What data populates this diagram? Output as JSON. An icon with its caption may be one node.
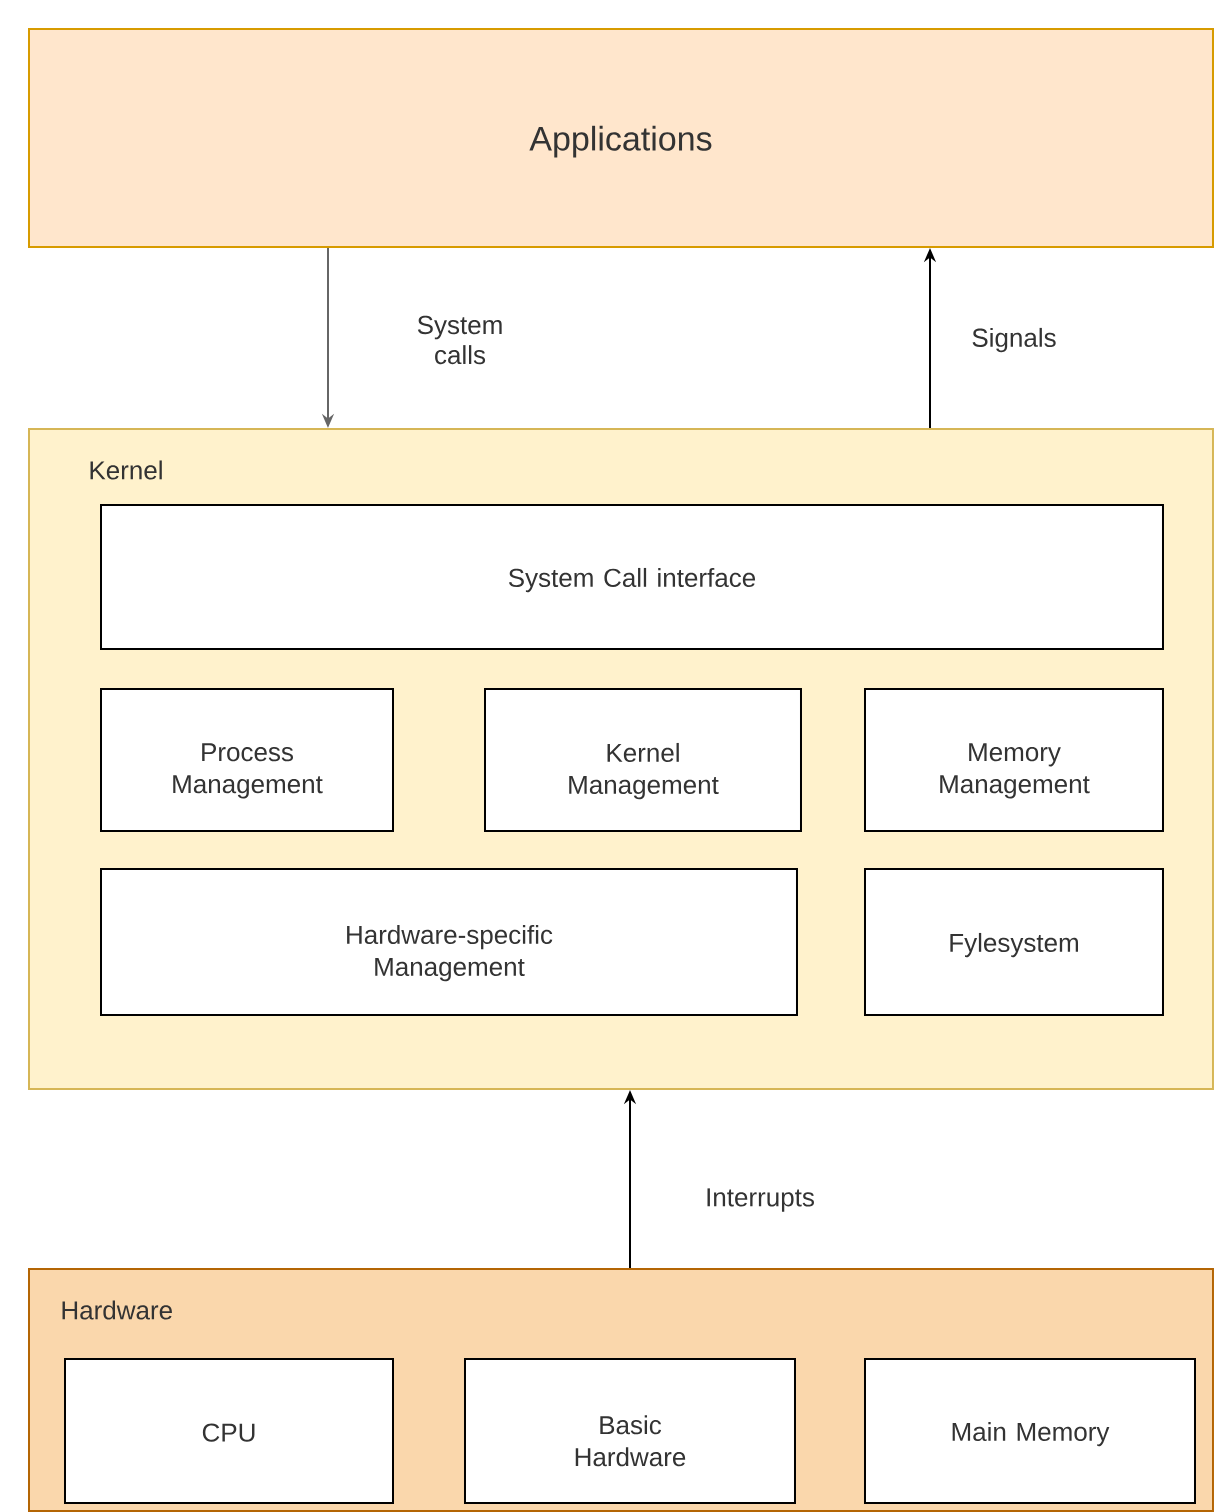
{
  "diagram": {
    "nodes": [
      {
        "text": [
          "Applications"
        ]
      },
      {
        "text": [
          "Kernel"
        ]
      },
      {
        "text": [
          "System Call interface"
        ],
        "in": 1
      },
      {
        "text": [
          "Process Management"
        ],
        "in": 1
      },
      {
        "text": [
          "Kernel Management"
        ],
        "in": 1
      },
      {
        "text": [
          "Memory Management"
        ],
        "in": 1
      },
      {
        "text": [
          "Hardware-specific Management"
        ],
        "in": 1
      },
      {
        "text": [
          "Fylesystem"
        ],
        "in": 1
      },
      {
        "text": [
          "Hardware"
        ]
      },
      {
        "text": [
          "CPU"
        ],
        "in": 8
      },
      {
        "text": [
          "Basic Hardware"
        ],
        "in": 8
      },
      {
        "text": [
          "Main Memory"
        ],
        "in": 8
      }
    ],
    "edges": [
      {
        "from": 0,
        "to": 1,
        "arrow": "to",
        "label": "System calls",
        "color": "#666666"
      },
      {
        "from": 1,
        "to": 0,
        "arrow": "to",
        "label": "Signals"
      },
      {
        "from": 8,
        "to": 1,
        "arrow": "to",
        "label": "Interrupts"
      }
    ]
  }
}
